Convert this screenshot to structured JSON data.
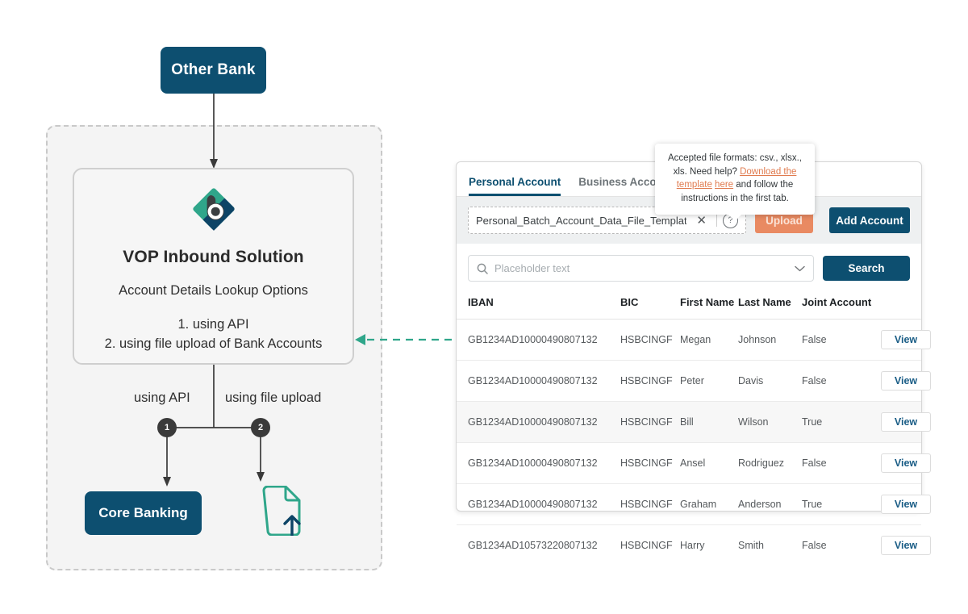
{
  "diagram": {
    "other_bank_label": "Other Bank",
    "vop": {
      "title": "VOP Inbound Solution",
      "subtitle": "Account Details Lookup Options",
      "option_1": "1. using API",
      "option_2": "2. using file upload of Bank Accounts"
    },
    "branches": {
      "label_api": "using API",
      "label_upload": "using file upload",
      "badge_1": "1",
      "badge_2": "2"
    },
    "core_banking_label": "Core Banking",
    "colors": {
      "navy": "#0d4f70",
      "teal": "#2fa68a",
      "dark": "#3a3a3a",
      "region_bg": "#f4f4f4"
    }
  },
  "panel": {
    "tabs": [
      {
        "label": "Personal Account",
        "active": true
      },
      {
        "label": "Business Account",
        "active": false
      }
    ],
    "upload_row": {
      "file_name": "Personal_Batch_Account_Data_File_Template.csv",
      "clear_icon": "close-x-icon",
      "help_icon": "question-mark-icon",
      "upload_label": "Upload",
      "add_account_label": "Add Account"
    },
    "search": {
      "icon": "search-icon",
      "placeholder": "Placeholder text",
      "value": "",
      "dropdown_icon": "chevron-down-icon",
      "button_label": "Search"
    },
    "table": {
      "columns": [
        "IBAN",
        "BIC",
        "First Name",
        "Last Name",
        "Joint Account",
        ""
      ],
      "action_label": "View",
      "rows": [
        {
          "iban": "GB1234AD10000490807132",
          "bic": "HSBCINGF",
          "first_name": "Megan",
          "last_name": "Johnson",
          "joint_account": "False",
          "action": "View",
          "striped": false
        },
        {
          "iban": "GB1234AD10000490807132",
          "bic": "HSBCINGF",
          "first_name": "Peter",
          "last_name": "Davis",
          "joint_account": "False",
          "action": "View",
          "striped": false
        },
        {
          "iban": "GB1234AD10000490807132",
          "bic": "HSBCINGF",
          "first_name": "Bill",
          "last_name": "Wilson",
          "joint_account": "True",
          "action": "View",
          "striped": true
        },
        {
          "iban": "GB1234AD10000490807132",
          "bic": "HSBCINGF",
          "first_name": "Ansel",
          "last_name": "Rodriguez",
          "joint_account": "False",
          "action": "View",
          "striped": false
        },
        {
          "iban": "GB1234AD10000490807132",
          "bic": "HSBCINGF",
          "first_name": "Graham",
          "last_name": "Anderson",
          "joint_account": "True",
          "action": "View",
          "striped": false
        },
        {
          "iban": "GB1234AD10573220807132",
          "bic": "HSBCINGF",
          "first_name": "Harry",
          "last_name": "Smith",
          "joint_account": "False",
          "action": "View",
          "striped": false
        }
      ]
    },
    "colors": {
      "primary": "#0d4f70",
      "upload": "#e98a62",
      "link": "#1a5d86"
    }
  },
  "tooltip": {
    "line1": "Accepted file formats: csv., xlsx., xls.",
    "line2_prefix": "Need help? ",
    "link1": "Download the template",
    "link2": "here",
    "line3_suffix": " and follow the instructions in the first tab.",
    "link_color": "#e07b4f"
  }
}
